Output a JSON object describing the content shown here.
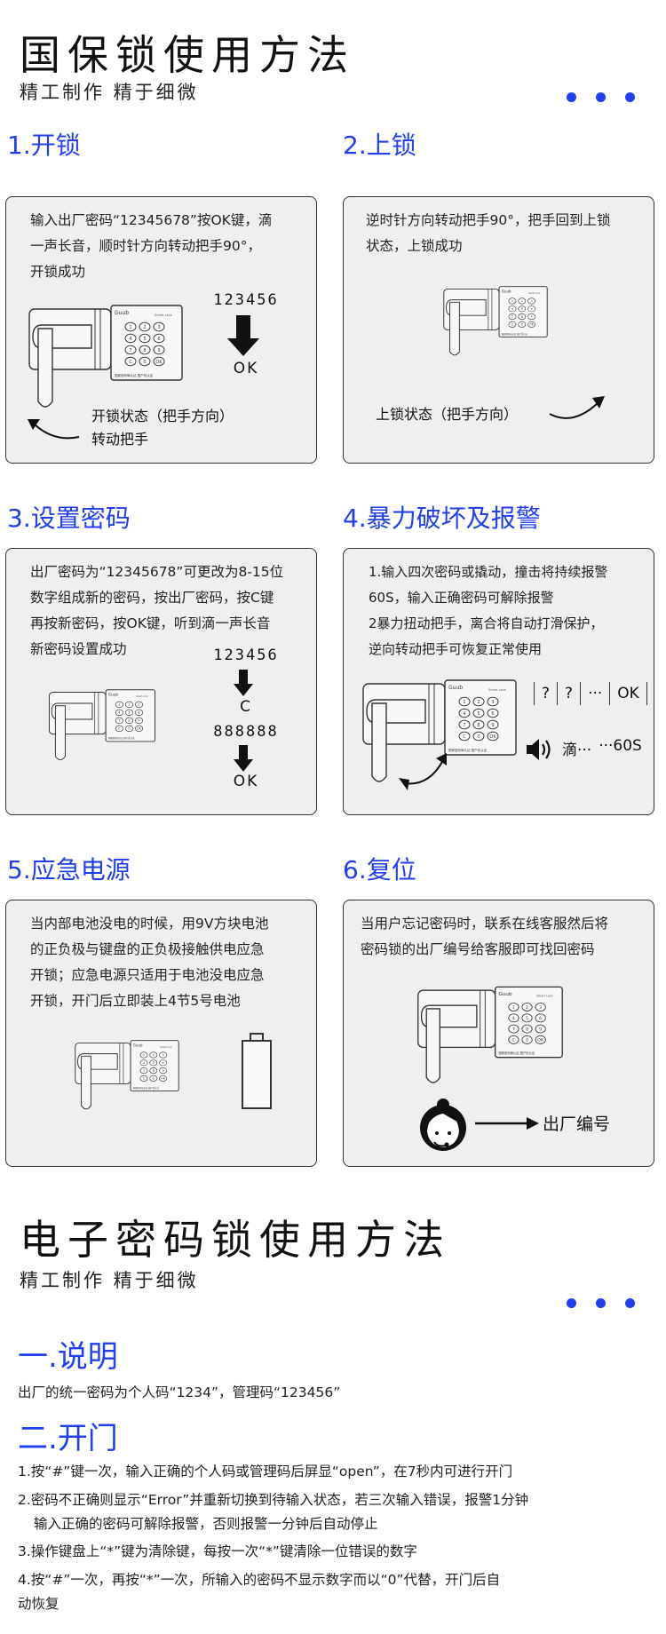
{
  "header": {
    "title": "国保锁使用方法",
    "subtitle": "精工制作 精于细微"
  },
  "sections": [
    {
      "heading": "1.开锁",
      "text_lines": [
        "输入出厂密码“12345678”按OK键，滴",
        "一声长音，顺时针方向转动把手90°，",
        "开锁成功"
      ],
      "flow": [
        "123456",
        "OK"
      ],
      "note_lines": [
        "开锁状态（把手方向）",
        "转动把手"
      ]
    },
    {
      "heading": "2.上锁",
      "text_lines": [
        "逆时针方向转动把手90°，把手回到上锁",
        "状态，上锁成功"
      ],
      "note_lines": [
        "上锁状态（把手方向）"
      ]
    },
    {
      "heading": "3.设置密码",
      "text_lines": [
        "出厂密码为“12345678”可更改为8-15位",
        "数字组成新的密码，按出厂密码，按C键",
        "再按新密码，按OK键，听到滴一声长音",
        "新密码设置成功"
      ],
      "flow": [
        "123456",
        "C",
        "888888",
        "OK"
      ]
    },
    {
      "heading": "4.暴力破坏及报警",
      "text_lines": [
        "1.输入四次密码或撬动，撞击将持续报警",
        "60S，输入正确密码可解除报警",
        "2暴力扭动把手，离合将自动打滑保护，",
        "逆向转动把手可恢复正常使用"
      ],
      "keys": [
        "?",
        "?",
        "···",
        "OK"
      ],
      "alarm": [
        "滴···",
        "···60S"
      ]
    },
    {
      "heading": "5.应急电源",
      "text_lines": [
        "当内部电池没电的时候，用9V方块电池",
        "的正负极与键盘的正负极接触供电应急",
        "开锁；应急电源只适用于电池没电应急",
        "开锁，开门后立即装上4节5号电池"
      ]
    },
    {
      "heading": "6.复位",
      "text_lines": [
        "当用户忘记密码时，联系在线客服然后将",
        "密码锁的出厂编号给客服即可找回密码"
      ],
      "arrow_label": "出厂编号"
    }
  ],
  "lock_labels": {
    "brand": "Guub",
    "model": "Smart Lock",
    "bottom": "国家密码局认证 国产化认证"
  },
  "keypad_keys": [
    "1",
    "2",
    "3",
    "4",
    "5",
    "6",
    "7",
    "8",
    "9",
    "C",
    "0",
    "OK"
  ],
  "part2": {
    "title": "电子密码锁使用方法",
    "subtitle": "精工制作 精于细微",
    "h1": "一.说明",
    "desc": "出厂的统一密码为个人码“1234”，管理码“123456”",
    "h2": "二.开门",
    "items": [
      "1.按“#”键一次，输入正确的个人码或管理码后屏显“open”，在7秒内可进行开门",
      "2.密码不正确则显示“Error”并重新切换到待输入状态，若三次输入错误，报警1分钟",
      "  输入正确的密码可解除报警，否则报警一分钟后自动停止",
      "3.操作键盘上“*”键为清除键，每按一次“*”键清除一位错误的数字",
      "4.按“#”一次，再按“*”一次，所输入的密码不显示数字而以“0”代替，开门后自",
      "动恢复"
    ]
  },
  "colors": {
    "accent": "#1f3ff0",
    "card_bg": "#efefef",
    "border": "#333333"
  }
}
